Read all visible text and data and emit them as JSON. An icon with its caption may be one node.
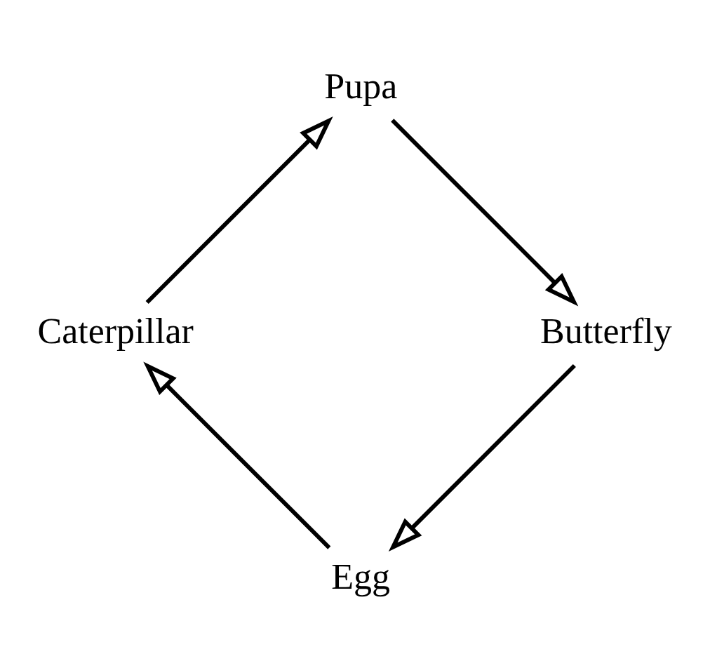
{
  "diagram": {
    "nodes": [
      {
        "text": [
          "Egg"
        ]
      },
      {
        "text": [
          "Caterpillar"
        ]
      },
      {
        "text": [
          "Pupa"
        ]
      },
      {
        "text": [
          "Butterfly"
        ]
      }
    ],
    "edges": [
      {
        "from": 0,
        "to": 1,
        "arrow": "to"
      },
      {
        "from": 1,
        "to": 2,
        "arrow": "to"
      },
      {
        "from": 2,
        "to": 3,
        "arrow": "to"
      },
      {
        "from": 3,
        "to": 0,
        "arrow": "to"
      }
    ]
  }
}
